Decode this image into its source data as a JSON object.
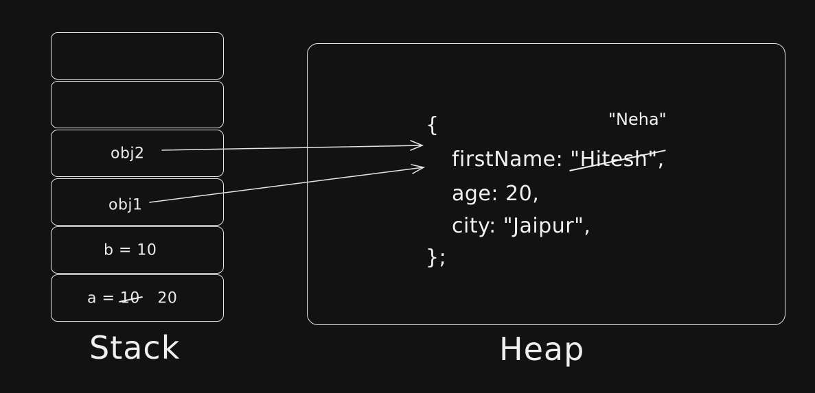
{
  "stack": {
    "label": "Stack",
    "cells": [
      {
        "text": ""
      },
      {
        "text": ""
      },
      {
        "text": "obj2"
      },
      {
        "text": "obj1"
      },
      {
        "text": "b = 10"
      }
    ],
    "a_cell": {
      "prefix": "a =",
      "old_value": "10",
      "new_value": "20"
    }
  },
  "heap": {
    "label": "Heap",
    "open_brace": "{",
    "first_name_key": "firstName:",
    "first_name_old": "\"Hitesh\",",
    "first_name_new": "\"Neha\"",
    "age_line": "age: 20,",
    "city_line": "city: \"Jaipur\",",
    "close_brace": "};"
  }
}
